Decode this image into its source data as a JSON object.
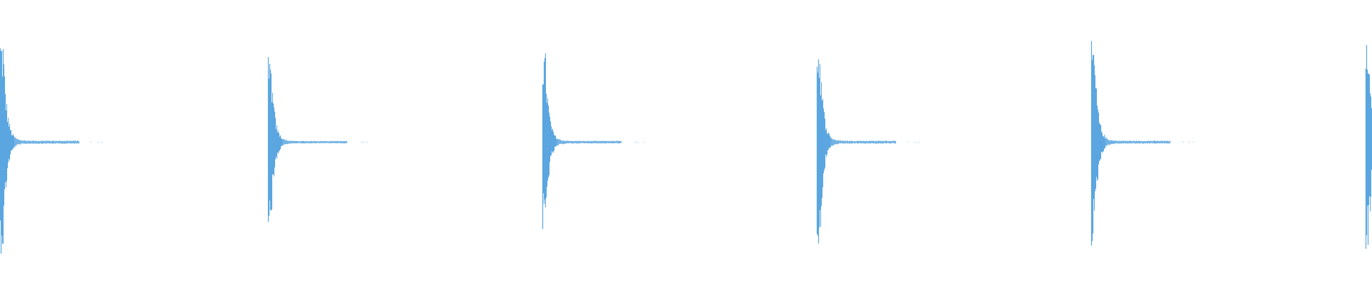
{
  "waveform": {
    "color": "#5ba6e0",
    "background": "#ffffff",
    "pulse_count": 6,
    "pulses": [
      {
        "onset": 0.0,
        "peak_up": 0.39,
        "peak_down": 0.4,
        "decay": 0.55
      },
      {
        "onset": 0.1955,
        "peak_up": 0.3,
        "peak_down": 0.31,
        "decay": 0.5
      },
      {
        "onset": 0.3955,
        "peak_up": 0.33,
        "peak_down": 0.33,
        "decay": 0.55
      },
      {
        "onset": 0.5955,
        "peak_up": 0.37,
        "peak_down": 0.38,
        "decay": 0.55
      },
      {
        "onset": 0.7955,
        "peak_up": 0.36,
        "peak_down": 0.37,
        "decay": 0.55
      },
      {
        "onset": 0.9955,
        "peak_up": 0.38,
        "peak_down": 0.39,
        "decay": 0.5
      }
    ]
  }
}
